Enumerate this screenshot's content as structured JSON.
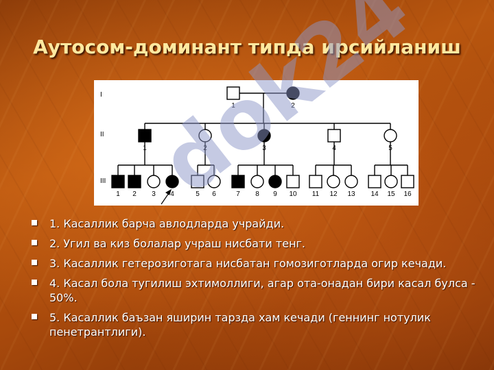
{
  "title": "Аутосом-доминант типда ирсийланиш",
  "watermark": "dok24",
  "pedigree": {
    "generations": [
      "I",
      "II",
      "III"
    ],
    "gen1": [
      {
        "label": "1",
        "sex": "male",
        "affected": false
      },
      {
        "label": "2",
        "sex": "female",
        "affected": true
      }
    ],
    "gen2": [
      {
        "label": "1",
        "sex": "male",
        "affected": true
      },
      {
        "label": "2",
        "sex": "female",
        "affected": false
      },
      {
        "label": "3",
        "sex": "female",
        "affected": true
      },
      {
        "label": "4",
        "sex": "male",
        "affected": false
      },
      {
        "label": "5",
        "sex": "female",
        "affected": false
      }
    ],
    "gen3": [
      {
        "label": "1",
        "sex": "male",
        "affected": true
      },
      {
        "label": "2",
        "sex": "male",
        "affected": true
      },
      {
        "label": "3",
        "sex": "female",
        "affected": false
      },
      {
        "label": "4",
        "sex": "female",
        "affected": true
      },
      {
        "label": "5",
        "sex": "male",
        "affected": false
      },
      {
        "label": "6",
        "sex": "female",
        "affected": false
      },
      {
        "label": "7",
        "sex": "male",
        "affected": true
      },
      {
        "label": "8",
        "sex": "female",
        "affected": false
      },
      {
        "label": "9",
        "sex": "female",
        "affected": true
      },
      {
        "label": "10",
        "sex": "male",
        "affected": false
      },
      {
        "label": "11",
        "sex": "male",
        "affected": false
      },
      {
        "label": "12",
        "sex": "female",
        "affected": false
      },
      {
        "label": "13",
        "sex": "female",
        "affected": false
      },
      {
        "label": "14",
        "sex": "male",
        "affected": false
      },
      {
        "label": "15",
        "sex": "female",
        "affected": false
      },
      {
        "label": "16",
        "sex": "male",
        "affected": false
      }
    ]
  },
  "bullets": [
    "1. Касаллик барча авлодларда учрайди.",
    "2. Угил ва киз болалар учраш нисбати тенг.",
    "3. Касаллик гетерозиготага нисбатан гомозиготларда огир кечади.",
    "4. Касал бола тугилиш эхтимоллиги, агар ота-онадан бири касал булса - 50%.",
    "5. Касаллик баъзан яширин тарзда хам кечади (геннинг нотулик пенетрантлиги)."
  ]
}
